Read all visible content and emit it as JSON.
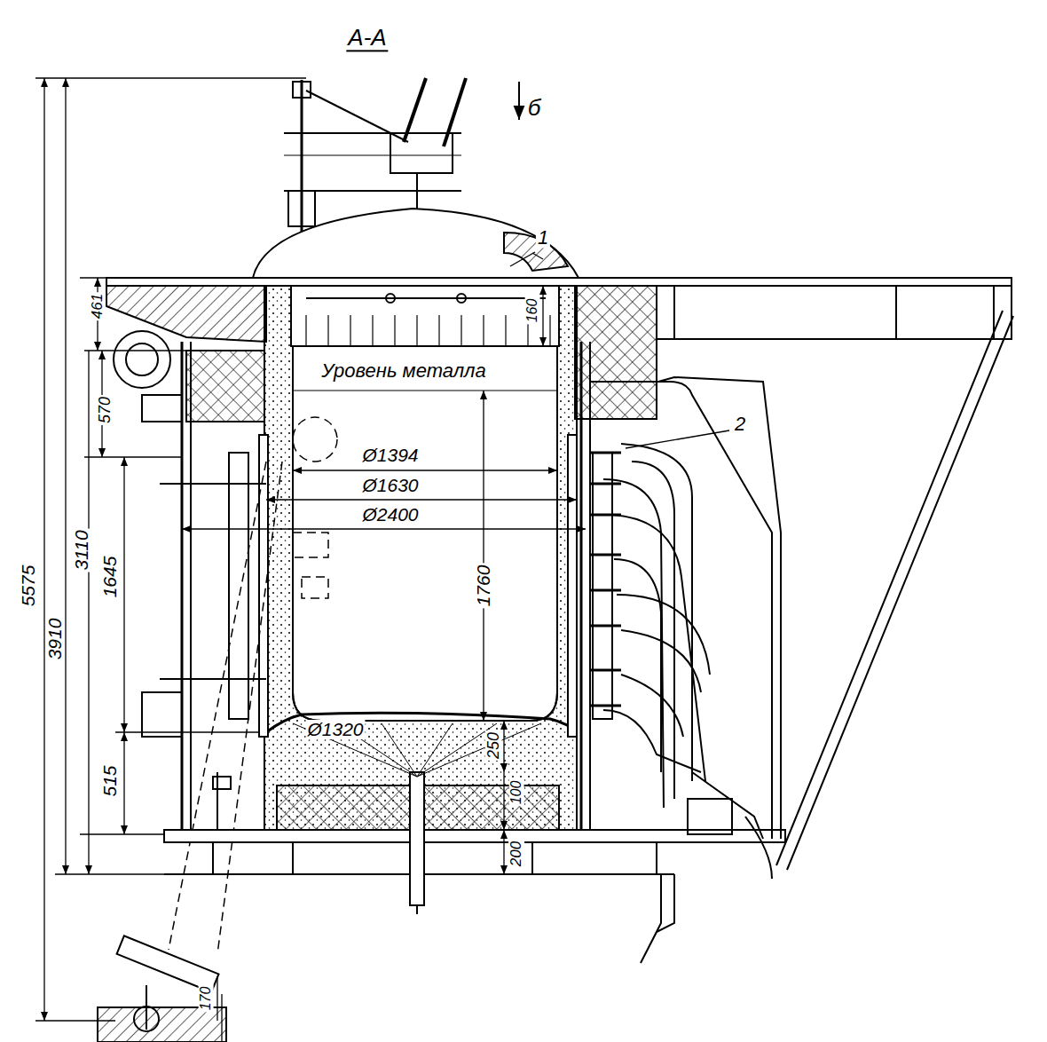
{
  "diagram": {
    "title": "А-А",
    "labels": [
      "б",
      "1",
      "2",
      "Уровень металла",
      "Ø1394",
      "Ø1630",
      "Ø2400",
      "1760",
      "Ø1320",
      "250",
      "100",
      "200",
      "5575",
      "3910",
      "3110",
      "1645",
      "515",
      "570",
      "461",
      "160",
      "170"
    ]
  }
}
